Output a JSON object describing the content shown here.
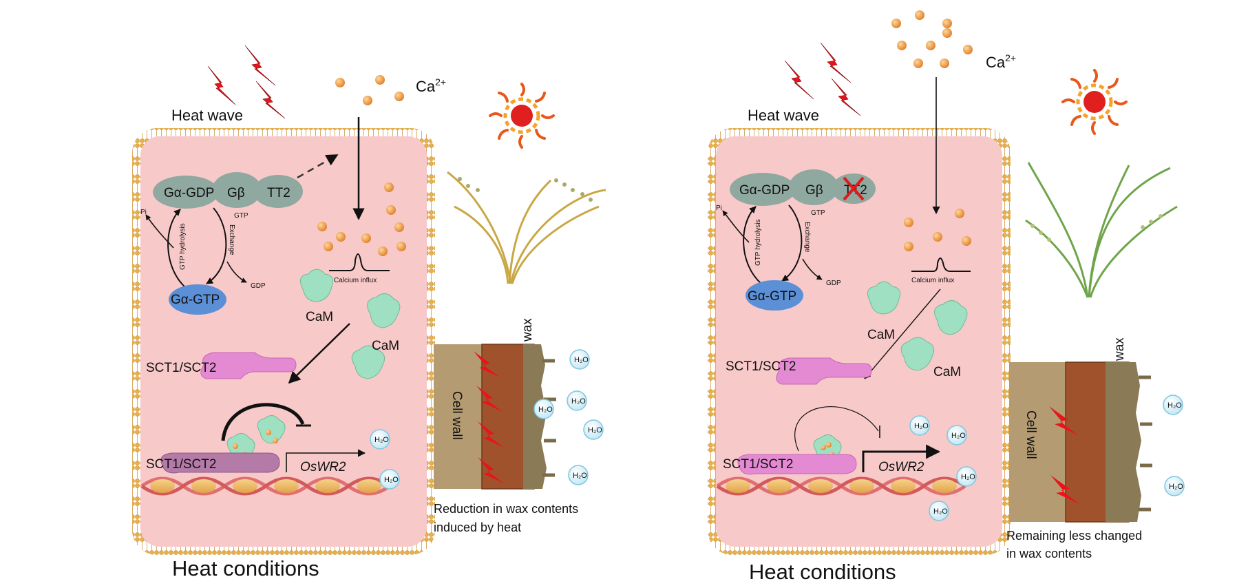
{
  "panels": [
    {
      "heat_wave": "Heat wave",
      "ca": "Ca",
      "ca_sup": "2+",
      "galpha_gdp": "Gα-GDP",
      "gbeta": "Gβ",
      "tt2": "TT2",
      "pi": "Pi",
      "gtp": "GTP",
      "gtp_hydrolysis": "GTP hydrolysis",
      "exchange": "Exchange",
      "gdp": "GDP",
      "galpha_gtp": "Gα-GTP",
      "calcium_influx": "Calcium influx",
      "cam_a": "CaM",
      "cam_b": "CaM",
      "sct_top": "SCT1/SCT2",
      "sct_bottom": "SCT1/SCT2",
      "oswr2": "OsWR2",
      "wax": "wax",
      "cell_wall": "Cell wall",
      "h2o": "H₂O",
      "note_line1": "Reduction in wax contents",
      "note_line2": "induced by heat",
      "condition": "Heat conditions"
    },
    {
      "heat_wave": "Heat wave",
      "ca": "Ca",
      "ca_sup": "2+",
      "galpha_gdp": "Gα-GDP",
      "gbeta": "Gβ",
      "tt2": "TT2",
      "pi": "Pi",
      "gtp": "GTP",
      "gtp_hydrolysis": "GTP hydrolysis",
      "exchange": "Exchange",
      "gdp": "GDP",
      "galpha_gtp": "Gα-GTP",
      "calcium_influx": "Calcium influx",
      "cam_a": "CaM",
      "cam_b": "CaM",
      "sct_top": "SCT1/SCT2",
      "sct_bottom": "SCT1/SCT2",
      "oswr2": "OsWR2",
      "wax": "wax",
      "cell_wall": "Cell wall",
      "h2o": "H₂O",
      "note_line1": "Remaining less changed",
      "note_line2": "in wax contents",
      "condition": "Heat conditions"
    }
  ],
  "colors": {
    "cytoplasm": "#f8c9c9",
    "membrane": "#e8b04a",
    "galpha_gdp": "#8fa8a0",
    "galpha_gtp": "#5b8fd6",
    "cam": "#9fe0c2",
    "sct": "#e38ad2",
    "calcium": "#e8973c",
    "cell_wall": "#b59b72",
    "wax_layer": "#a0522d",
    "lightning": "#e8141a"
  }
}
